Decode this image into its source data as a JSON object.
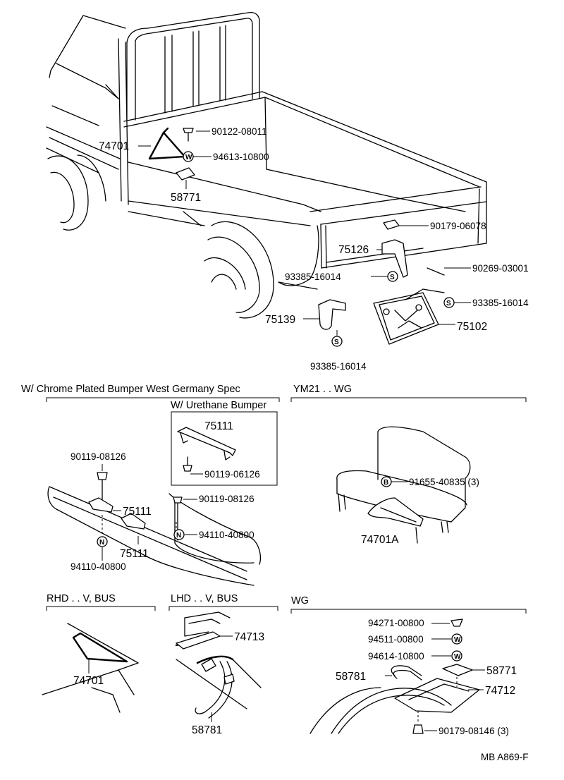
{
  "labels": {
    "p74701_top": "74701",
    "p90122": "90122-08011",
    "p94613": "94613-10800",
    "p58771_top": "58771",
    "p90179_06078": "90179-06078",
    "p75126": "75126",
    "p93385_a": "93385-16014",
    "p90269": "90269-03001",
    "p93385_b": "93385-16014",
    "p75139": "75139",
    "p75102": "75102",
    "p93385_c": "93385-16014",
    "p75111_box": "75111",
    "p90119_06126": "90119-06126",
    "p90119_08126_a": "90119-08126",
    "p75111_a": "75111",
    "p90119_08126_b": "90119-08126",
    "p94110_a": "94110-40800",
    "p75111_b": "75111",
    "p94110_b": "94110-40800",
    "p91655": "91655-40835 (3)",
    "p74701a": "74701A",
    "p74701_rhd": "74701",
    "p74713": "74713",
    "p58781_lhd": "58781",
    "p94271": "94271-00800",
    "p94511": "94511-00800",
    "p94614": "94614-10800",
    "p58771_wg": "58771",
    "p58781_wg": "58781",
    "p74712": "74712",
    "p90179_08146": "90179-08146 (3)"
  },
  "headers": {
    "chrome": "W/ Chrome Plated Bumper West Germany Spec",
    "urethane": "W/ Urethane Bumper",
    "ym21": "YM21 . . WG",
    "rhd": "RHD . . V, BUS",
    "lhd": "LHD . . V, BUS",
    "wg": "WG"
  },
  "symbols": {
    "s": "S",
    "w": "W",
    "n": "N",
    "b": "B"
  },
  "footer": {
    "code": "MB  A869-F"
  }
}
